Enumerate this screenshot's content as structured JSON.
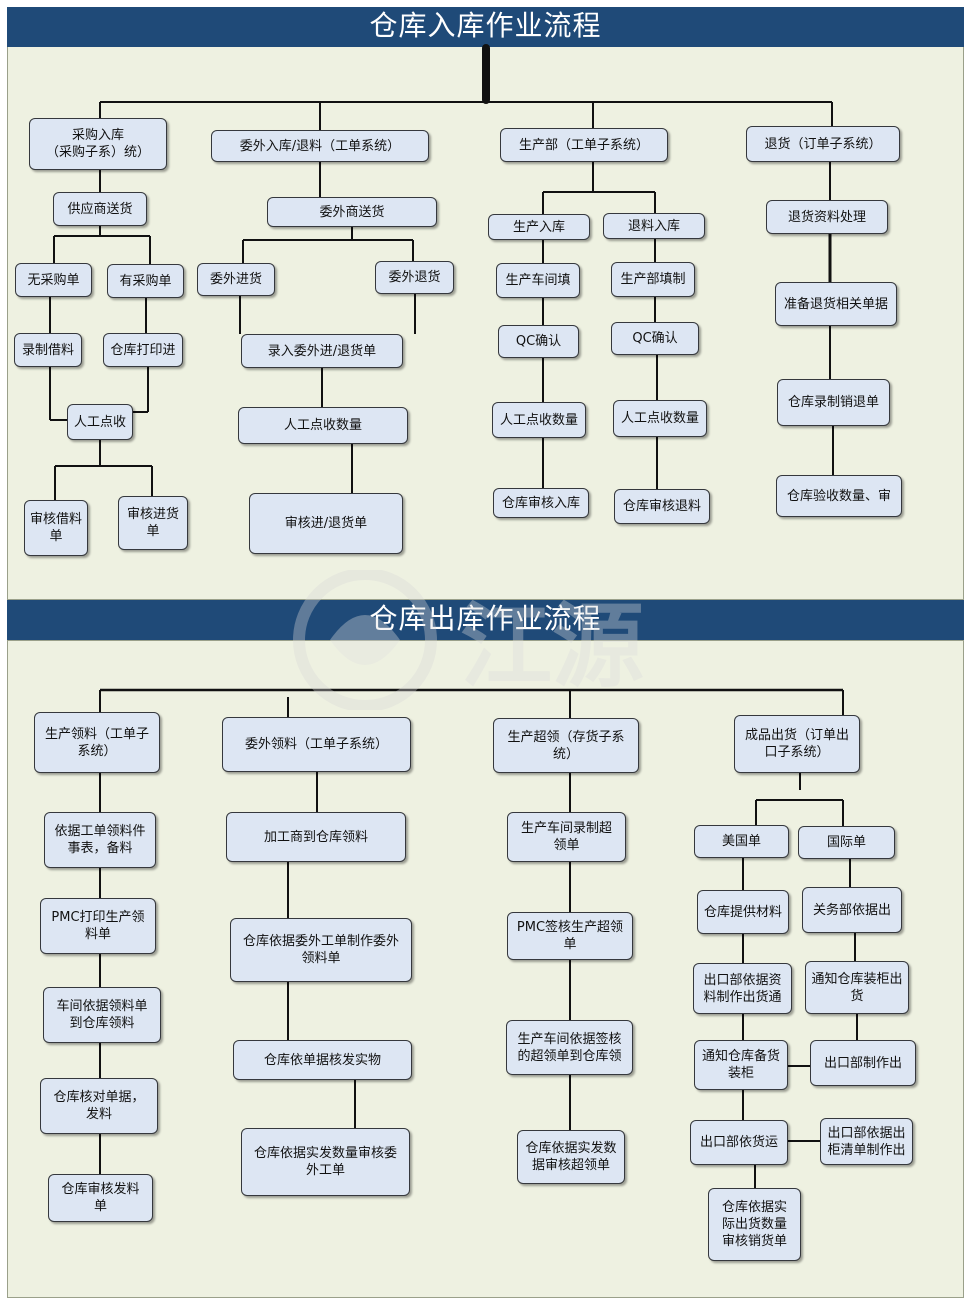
{
  "inbound": {
    "title": "仓库入库作业流程",
    "boxes": {
      "purchase": "采购入库\n（采购子系）统）",
      "outsource": "委外入库/退料（工单系统）",
      "production": "生产部（工单子系统）",
      "return": "退货（订单子系统）",
      "supplier_delivery": "供应商送货",
      "no_po": "无采购单",
      "with_po": "有采购单",
      "record_borrow": "录制借料",
      "wh_print_in": "仓库打印进",
      "manual_count": "人工点收",
      "audit_borrow": "审核借料\n单",
      "audit_in": "审核进货\n单",
      "os_delivery": "委外商送货",
      "os_in": "委外进货",
      "os_return": "委外退货",
      "os_entry": "录入委外进/退货单",
      "os_count": "人工点收数量",
      "os_audit": "审核进/退货单",
      "prod_in": "生产入库",
      "return_in": "退料入库",
      "prod_fill": "生产车间填",
      "dept_fill": "生产部填制",
      "qc1": "QC确认",
      "qc2": "QC确认",
      "count1": "人工点收数量",
      "count2": "人工点收数量",
      "wh_audit_in": "仓库审核入库",
      "wh_audit_return": "仓库审核退料",
      "ret_process": "退货资料处理",
      "ret_prepare": "准备退货相关单据",
      "ret_record": "仓库录制销退单",
      "ret_verify": "仓库验收数量、审"
    }
  },
  "outbound": {
    "title": "仓库出库作业流程",
    "boxes": {
      "prod_pick": "生产领料（工单子\n系统）",
      "os_pick": "委外领料（工单子系统）",
      "over_pick": "生产超领（存货子系\n统）",
      "fg_out": "成品出货（订单出\n口子系统）",
      "p1": "依据工单领料件\n事表，备料",
      "p2": "PMC打印生产领\n料单",
      "p3": "车间依据领料单\n到仓库领料",
      "p4": "仓库核对单据，\n发料",
      "p5": "仓库审核发料\n单",
      "o1": "加工商到仓库领料",
      "o2": "仓库依据委外工单制作委外\n领料单",
      "o3": "仓库依单据核发实物",
      "o4": "仓库依据实发数量审核委\n外工单",
      "s1": "生产车间录制超\n领单",
      "s2": "PMC签核生产超领\n单",
      "s3": "生产车间依据签核\n的超领单到仓库领",
      "s4": "仓库依据实发数\n据审核超领单",
      "us_order": "美国单",
      "intl_order": "国际单",
      "wh_materials": "仓库提供材料",
      "customs": "关务部依据出",
      "export_docs": "出口部依据资\n料制作出货通",
      "notify_cabinet": "通知仓库装柜出\n货",
      "notify_prepare": "通知仓库备货\n装柜",
      "export_make": "出口部制作出",
      "export_ship": "出口部依货运",
      "export_list": "出口部依据出\n柜清单制作出",
      "wh_final": "仓库依据实\n际出货数量\n审核销货单"
    }
  },
  "watermark": "江源",
  "colors": {
    "banner": "#1f4a78",
    "panel": "#eef1e1",
    "box": "#dde6f3"
  }
}
